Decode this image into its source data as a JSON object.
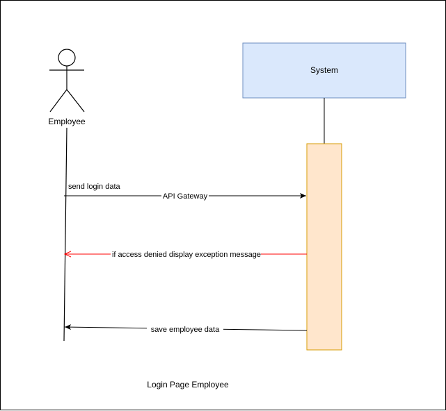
{
  "diagram": {
    "actor": {
      "label": "Employee"
    },
    "system": {
      "label": "System",
      "fill": "#dae8fc",
      "stroke": "#6c8ebf"
    },
    "activation": {
      "fill": "#ffe6cc",
      "stroke": "#d79b00"
    },
    "messages": {
      "request": {
        "label": "send login data",
        "via": "API Gateway",
        "color": "#000000"
      },
      "error": {
        "label": "if access denied display exception message",
        "color": "#ff0000"
      },
      "save": {
        "label": "save  employee data",
        "color": "#000000"
      }
    },
    "caption": "Login Page Employee"
  }
}
